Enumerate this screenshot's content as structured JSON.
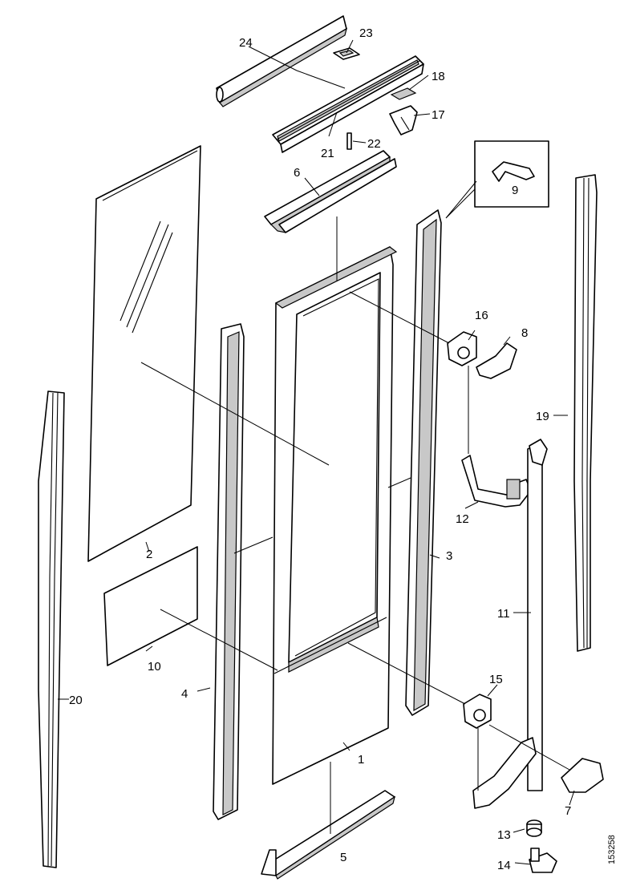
{
  "labels": {
    "p1": "1",
    "p2": "2",
    "p3": "3",
    "p4": "4",
    "p5": "5",
    "p6": "6",
    "p7": "7",
    "p8": "8",
    "p9": "9",
    "p10": "10",
    "p11": "11",
    "p12": "12",
    "p13": "13",
    "p14": "14",
    "p15": "15",
    "p16": "16",
    "p17": "17",
    "p18": "18",
    "p19": "19",
    "p20": "20",
    "p21": "21",
    "p22": "22",
    "p23": "23",
    "p24": "24"
  },
  "reference_number": "153258"
}
